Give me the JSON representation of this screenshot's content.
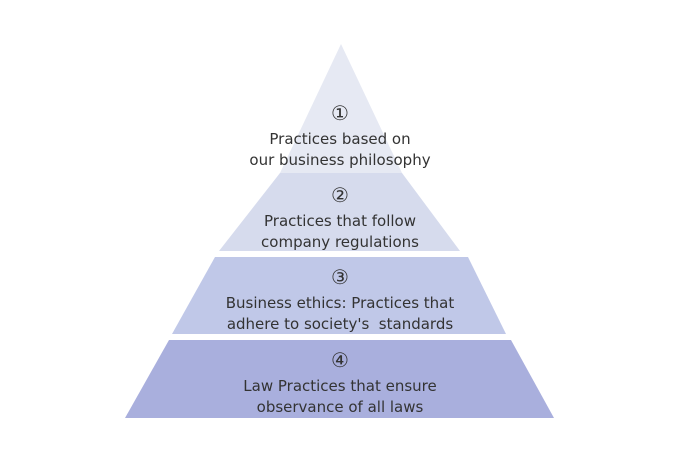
{
  "tiers": [
    {
      "number": "①",
      "lines": [
        "Practices based on",
        "our business philosophy"
      ],
      "color": "#e6e9f3"
    },
    {
      "number": "②",
      "lines": [
        "Practices that follow",
        "company regulations"
      ],
      "color": "#d6dbed"
    },
    {
      "number": "③",
      "lines": [
        "Business ethics: Practices that",
        "adhere to society's  standards"
      ],
      "color": "#c0c8e8"
    },
    {
      "number": "④",
      "lines": [
        "Law Practices that ensure",
        "observance of all laws"
      ],
      "color": "#a9afdd"
    }
  ]
}
